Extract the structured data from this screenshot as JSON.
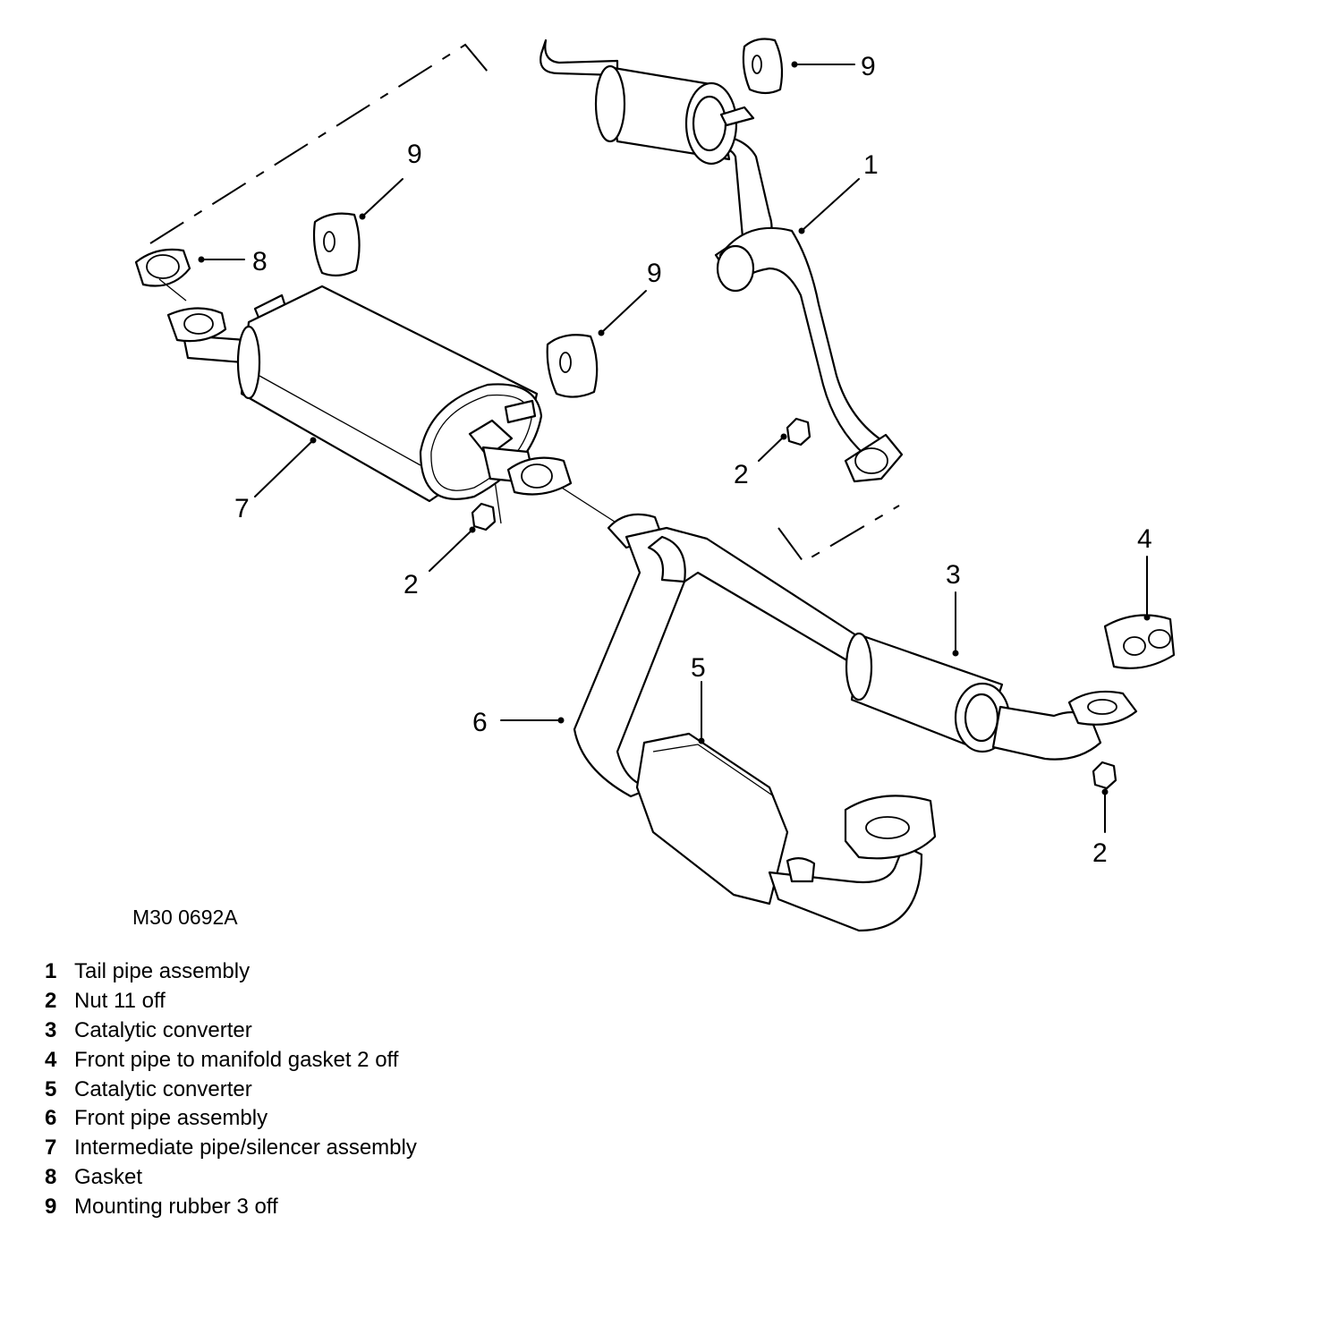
{
  "figure_ref": "M30 0692A",
  "callouts": {
    "c1": "1",
    "c2a": "2",
    "c2b": "2",
    "c2c": "2",
    "c3": "3",
    "c4": "4",
    "c5": "5",
    "c6": "6",
    "c7": "7",
    "c8": "8",
    "c9a": "9",
    "c9b": "9",
    "c9c": "9"
  },
  "legend": [
    {
      "num": "1",
      "text": "Tail pipe assembly"
    },
    {
      "num": "2",
      "text": "Nut 11 off"
    },
    {
      "num": "3",
      "text": "Catalytic converter"
    },
    {
      "num": "4",
      "text": "Front pipe to manifold gasket 2 off"
    },
    {
      "num": "5",
      "text": "Catalytic converter"
    },
    {
      "num": "6",
      "text": "Front pipe assembly"
    },
    {
      "num": "7",
      "text": "Intermediate pipe/silencer assembly"
    },
    {
      "num": "8",
      "text": "Gasket"
    },
    {
      "num": "9",
      "text": "Mounting rubber 3 off"
    }
  ]
}
